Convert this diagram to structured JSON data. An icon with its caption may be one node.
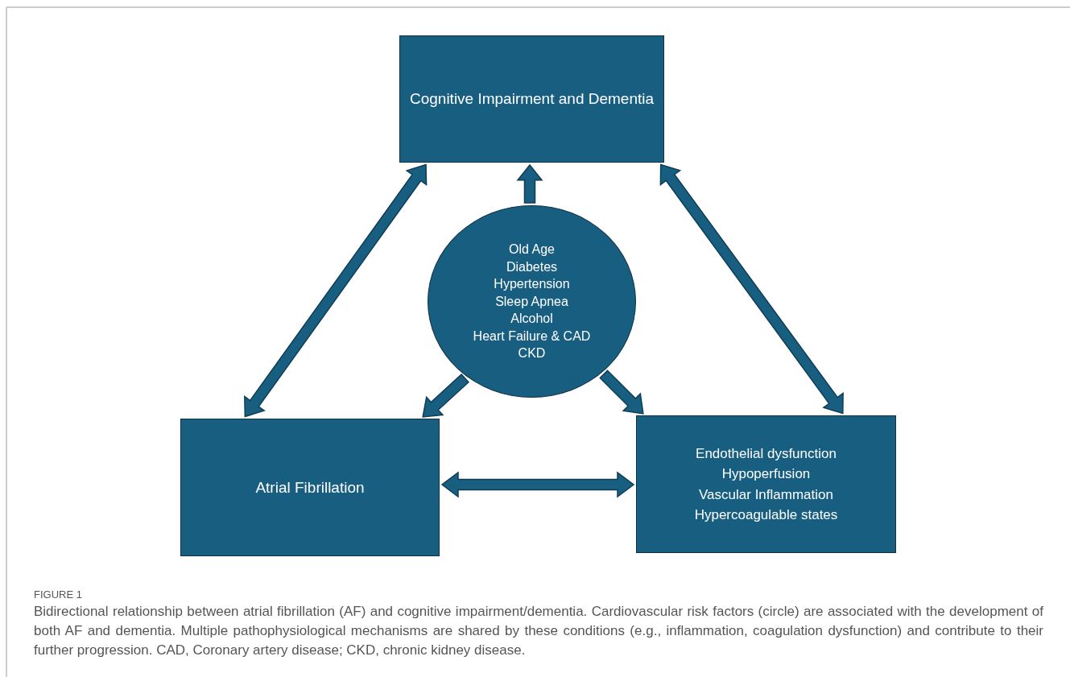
{
  "diagram": {
    "title": "FIGURE 1",
    "caption": "Bidirectional relationship between atrial fibrillation (AF) and cognitive impairment/dementia. Cardiovascular risk factors (circle) are associated with the development of both AF and dementia. Multiple pathophysiological mechanisms are shared by these conditions (e.g., inflammation, coagulation dysfunction) and contribute to their further progression. CAD, Coronary artery disease; CKD, chronic kidney disease.",
    "nodes": [
      {
        "text": [
          "Cognitive Impairment and Dementia"
        ]
      },
      {
        "text": [
          "Old Age",
          "Diabetes",
          "Hypertension",
          "Sleep Apnea",
          "Alcohol",
          "Heart Failure & CAD",
          "CKD"
        ]
      },
      {
        "text": [
          "Atrial Fibrillation"
        ]
      },
      {
        "text": [
          "Endothelial dysfunction",
          "Hypoperfusion",
          "Vascular Inflammation",
          "Hypercoagulable states"
        ]
      }
    ],
    "edges": [
      {
        "from": 1,
        "to": 0,
        "arrow": "to"
      },
      {
        "from": 2,
        "to": 0,
        "arrow": "both"
      },
      {
        "from": 0,
        "to": 3,
        "arrow": "both"
      },
      {
        "from": 1,
        "to": 2,
        "arrow": "to"
      },
      {
        "from": 1,
        "to": 3,
        "arrow": "to"
      },
      {
        "from": 2,
        "to": 3,
        "arrow": "both"
      }
    ]
  }
}
